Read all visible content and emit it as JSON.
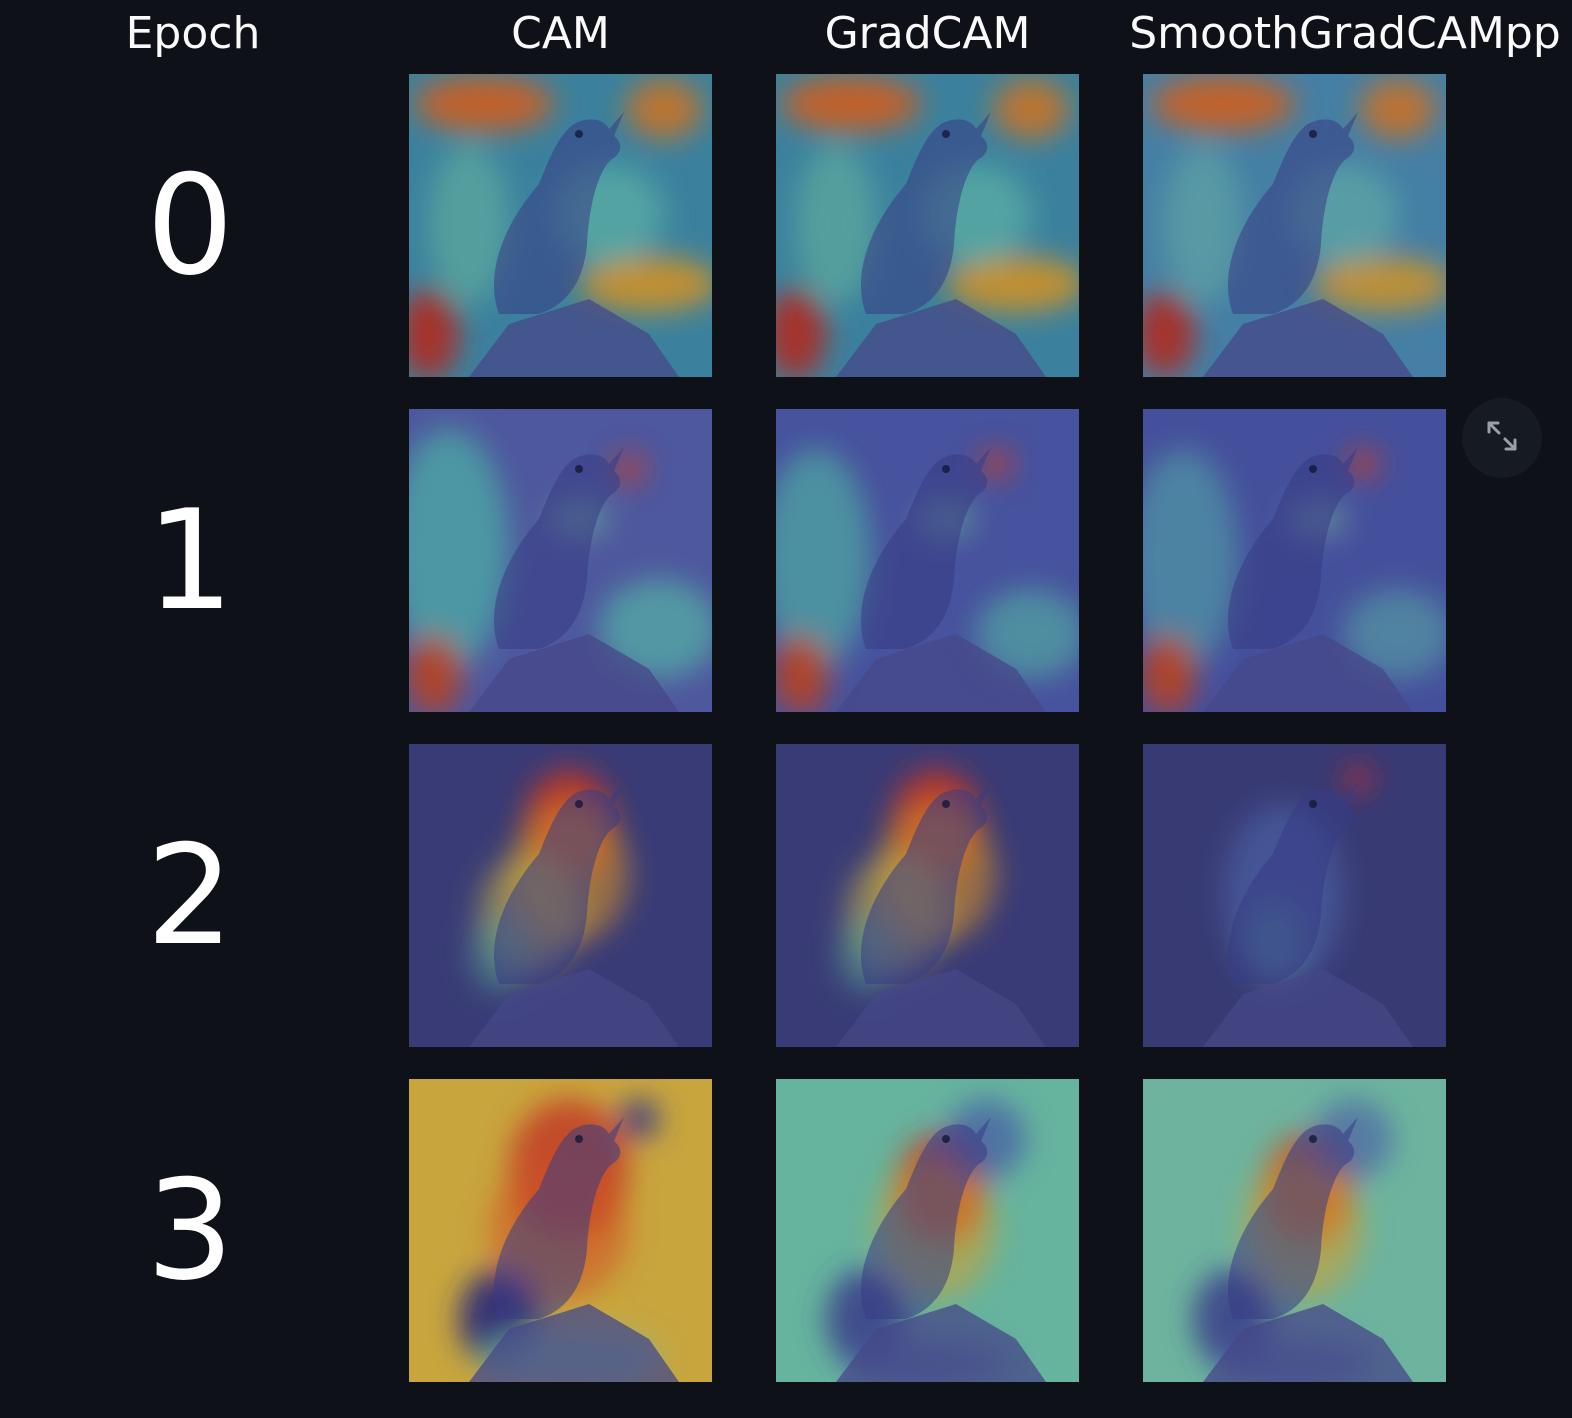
{
  "table": {
    "headers": {
      "epoch": "Epoch",
      "method_1": "CAM",
      "method_2": "GradCAM",
      "method_3": "SmoothGradCAMpp"
    },
    "rows": [
      {
        "epoch": "0"
      },
      {
        "epoch": "1"
      },
      {
        "epoch": "2"
      },
      {
        "epoch": "3"
      }
    ]
  },
  "toolbar": {
    "fullscreen_icon": "expand-arrows-icon"
  },
  "colors": {
    "background": "#0e1117",
    "text": "#ffffff"
  }
}
